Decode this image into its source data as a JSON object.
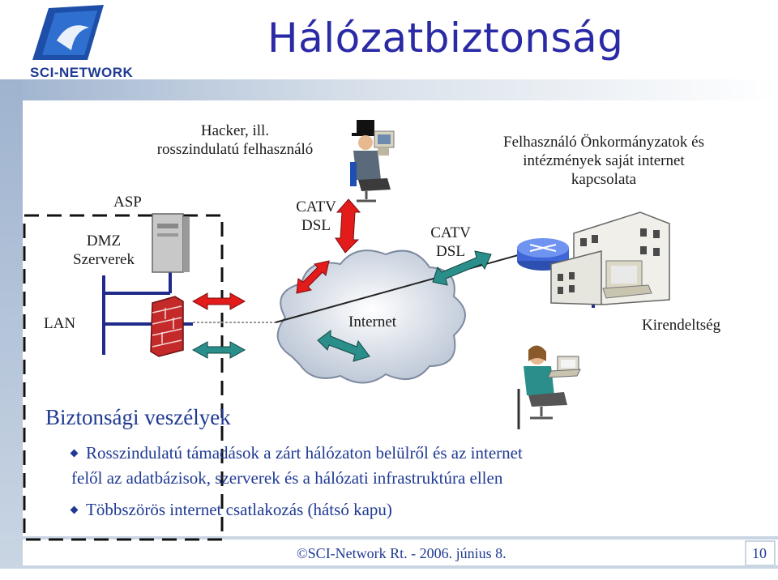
{
  "slide": {
    "title": "Hálózatbiztonság",
    "logo_text": "SCI-NETWORK",
    "page_number": "10",
    "footer": "©SCI-Network Rt. - 2006. június 8."
  },
  "diagram": {
    "labels": {
      "hacker_line1": "Hacker, ill.",
      "hacker_line2": "rosszindulatú felhasználó",
      "asp": "ASP",
      "dmz_line1": "DMZ",
      "dmz_line2": "Szerverek",
      "catv_left_line1": "CATV",
      "catv_left_line2": "DSL",
      "catv_right_line1": "CATV",
      "catv_right_line2": "DSL",
      "user_line1": "Felhasználó Önkormányzatok és",
      "user_line2": "intézmények saját internet",
      "user_line3": "kapcsolata",
      "lan": "LAN",
      "internet": "Internet",
      "branch": "Kirendeltség"
    },
    "icons": [
      "server-icon",
      "firewall-icon",
      "router-icon",
      "building-icon",
      "hacker-icon",
      "user-icon",
      "cloud-icon",
      "computer-icon"
    ],
    "colors": {
      "title": "#2a2aa6",
      "text_blue": "#1f3a93",
      "arrow_red": "#e31b1b",
      "arrow_teal": "#2a8f8a",
      "network_line": "#1f2a8a",
      "dmz_border": "#111111"
    }
  },
  "threats": {
    "title": "Biztonsági veszélyek",
    "items": [
      {
        "line1": "Rosszindulatú támadások a zárt hálózaton belülről és az internet",
        "line2": "felől az adatbázisok, szerverek és a hálózati infrastruktúra ellen"
      },
      {
        "line1": "Többszörös internet csatlakozás (hátsó kapu)"
      }
    ]
  }
}
